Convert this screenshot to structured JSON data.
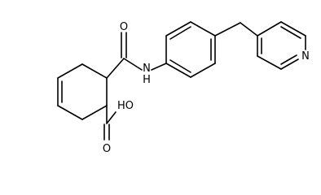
{
  "labels": {
    "amide_o": "O",
    "amide_nh": "N",
    "amide_nh_h": "H",
    "acid_oh": "HO",
    "acid_o": "O",
    "pyridine_n": "N"
  }
}
